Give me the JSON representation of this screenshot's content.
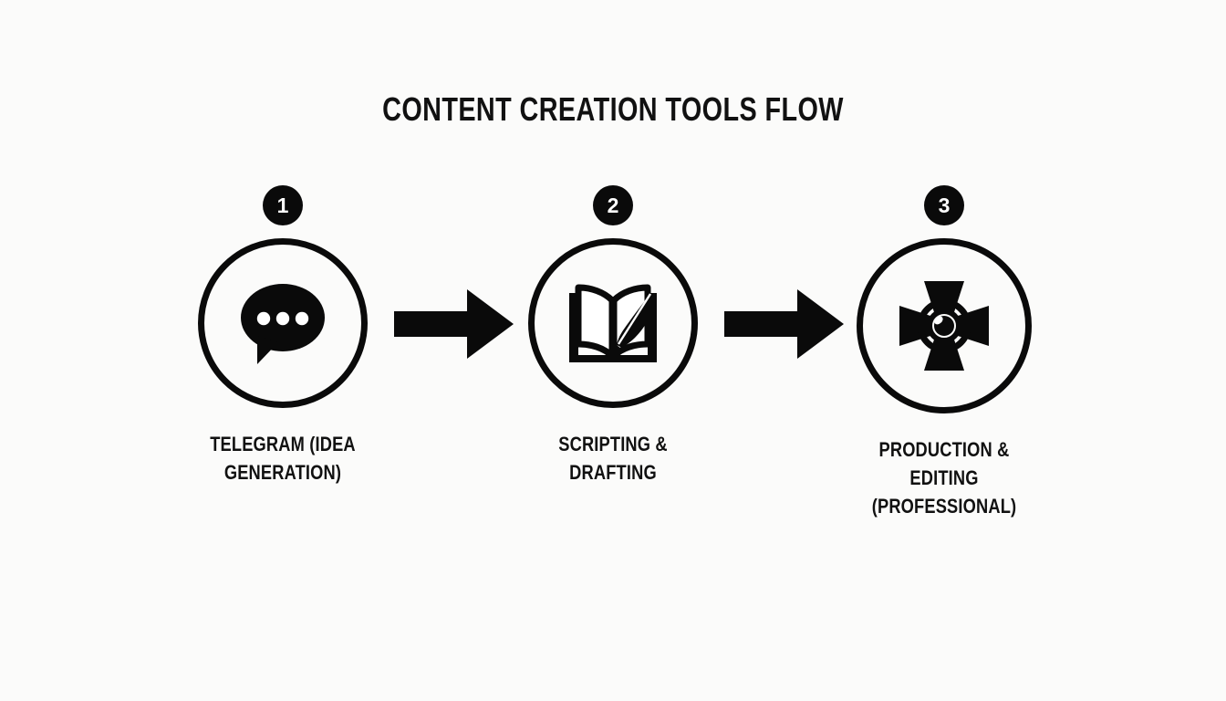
{
  "title": "CONTENT CREATION TOOLS FLOW",
  "background_color": "#fbfbfa",
  "ink_color": "#0d0d0d",
  "steps": [
    {
      "number": "1",
      "icon": "chat-bubble-dots-icon",
      "label": "TELEGRAM (IDEA\nGENERATION)"
    },
    {
      "number": "2",
      "icon": "open-book-quill-icon",
      "label": "SCRIPTING & DRAFTING"
    },
    {
      "number": "3",
      "icon": "studio-light-lens-icon",
      "label": "PRODUCTION & EDITING\n(PROFESSIONAL)"
    }
  ],
  "connectors": [
    {
      "icon": "arrow-right-icon",
      "from": "1",
      "to": "2"
    },
    {
      "icon": "arrow-right-icon",
      "from": "2",
      "to": "3"
    }
  ]
}
